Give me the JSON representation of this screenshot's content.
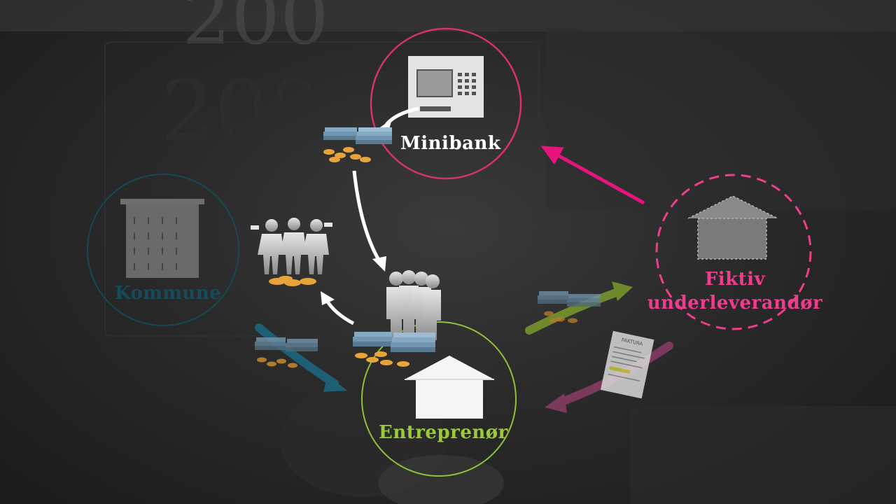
{
  "nodes": {
    "minibank": {
      "label": "Minibank",
      "color": "#d3336f",
      "icon": "atm-icon"
    },
    "kommune": {
      "label": "Kommune",
      "color": "#164b5a",
      "icon": "municipal-building-icon"
    },
    "entreprenor": {
      "label": "Entreprenør",
      "color": "#8fc23a",
      "icon": "house-icon"
    },
    "fiktiv": {
      "label_line1": "Fiktiv",
      "label_line2": "underleverandør",
      "color": "#ee3d8d",
      "icon": "house-icon"
    }
  },
  "invoice": {
    "header": "FAKTURA"
  },
  "colors": {
    "white_arrow": "#ffffff",
    "kommune_arrow": "#1d5f74",
    "green_arrow": "#6f8a2c",
    "pink_arrow": "#e8147e",
    "invoice_arrow": "#7b3a5c",
    "cash": "#6b8fa8",
    "coin": "#e8a33a"
  }
}
